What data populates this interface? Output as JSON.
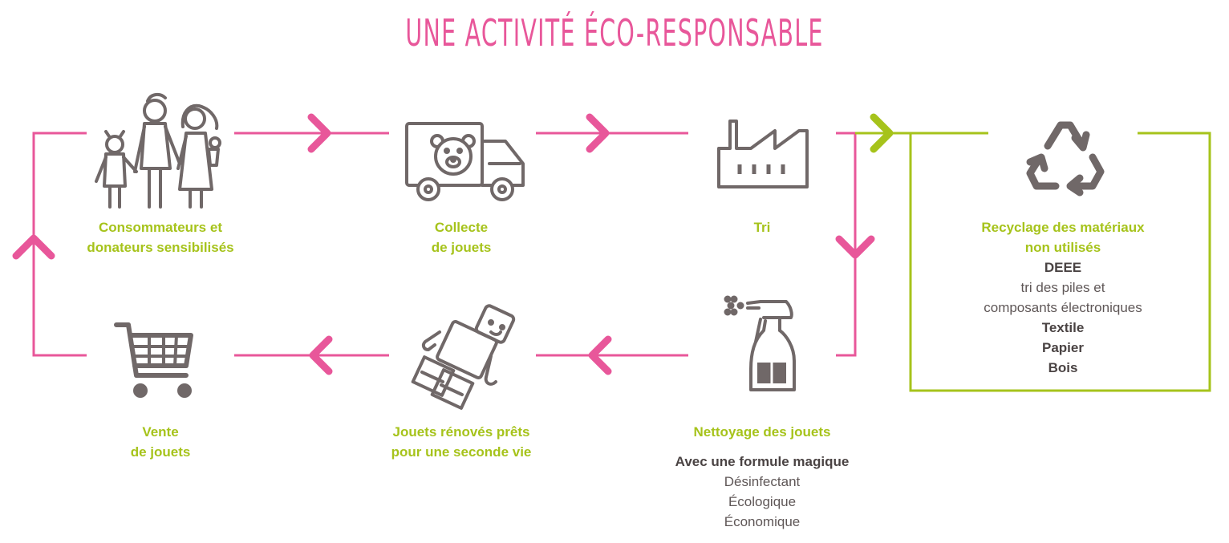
{
  "title": "UNE ACTIVITÉ ÉCO-RESPONSABLE",
  "colors": {
    "pink": "#e8579a",
    "green": "#a6c31b",
    "icon": "#706868",
    "text": "#5f5757"
  },
  "steps": {
    "consommateurs": {
      "line1": "Consommateurs et",
      "line2": "donateurs sensibilisés",
      "icon": "family-icon"
    },
    "collecte": {
      "line1": "Collecte",
      "line2": "de jouets",
      "icon": "truck-teddy-bear-icon"
    },
    "tri": {
      "line1": "Tri",
      "icon": "factory-icon"
    },
    "recyclage": {
      "line1": "Recyclage des matériaux",
      "line2": "non utilisés",
      "icon": "recycle-icon",
      "details": [
        "DEEE",
        "tri des piles et",
        "composants électroniques",
        "Textile",
        "Papier",
        "Bois"
      ]
    },
    "nettoyage": {
      "line1": "Nettoyage des jouets",
      "icon": "spray-bottle-icon",
      "details": [
        "Avec une formule magique",
        "Désinfectant",
        "Écologique",
        "Économique"
      ]
    },
    "jouets_renoves": {
      "line1": "Jouets rénovés prêts",
      "line2": "pour une seconde vie",
      "icon": "toy-figure-icon"
    },
    "vente": {
      "line1": "Vente",
      "line2": "de jouets",
      "icon": "shopping-cart-icon"
    }
  }
}
